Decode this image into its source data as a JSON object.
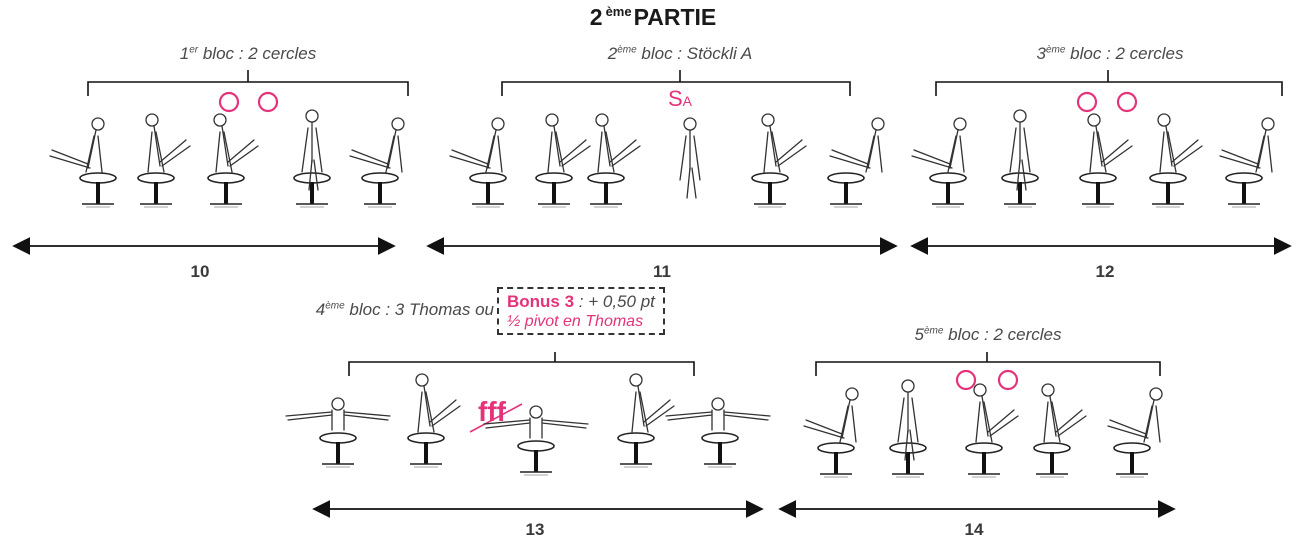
{
  "title": {
    "number": "2",
    "sup": "ème",
    "word": "PARTIE"
  },
  "blocks": [
    {
      "pre": "1",
      "sup": "er",
      "text": " bloc : 2 cercles"
    },
    {
      "pre": "2",
      "sup": "ème",
      "text": " bloc : Stöckli A"
    },
    {
      "pre": "3",
      "sup": "ème",
      "text": " bloc : 2 cercles"
    },
    {
      "pre": "4",
      "sup": "ème",
      "text": " bloc : 3 Thomas ou"
    },
    {
      "pre": "5",
      "sup": "ème",
      "text": " bloc : 2 cercles"
    }
  ],
  "stockli_mark": {
    "letter": "S",
    "sub": "A"
  },
  "bonus": {
    "title": "Bonus 3",
    "value": " : + 0,50 pt",
    "description": "½ pivot en Thomas"
  },
  "crossed_mark": "fff",
  "segments": [
    "10",
    "11",
    "12",
    "13",
    "14"
  ],
  "colors": {
    "accent": "#e4337a",
    "ink": "#2b2b2b"
  }
}
